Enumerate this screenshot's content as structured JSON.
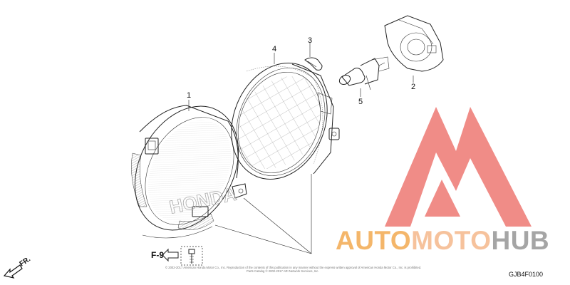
{
  "diagram": {
    "callouts": [
      "1",
      "2",
      "3",
      "4",
      "5"
    ],
    "reference_label": "F-9",
    "direction_label": "FR.",
    "diagram_code": "GJB4F0100",
    "brand_embossing": "HONDA",
    "copyright_line_1": "© 2002-2017 American Honda Motor Co., Inc. Reproduction of the contents of this publication in any manner without the express written approval of American Honda Motor Co., Inc. is prohibited.",
    "copyright_line_2": "Parts Catalog © 2002-2017 ARI Network Services, Inc."
  },
  "watermark": {
    "name_part_1": "AUTO",
    "name_part_2": "MOTO",
    "name_part_3": "HUB",
    "colors": {
      "logo_red": "#f08a85",
      "auto_orange": "#f4b66a",
      "moto_peach": "#f6c29c",
      "hub_grey": "#a5a5a5"
    }
  }
}
